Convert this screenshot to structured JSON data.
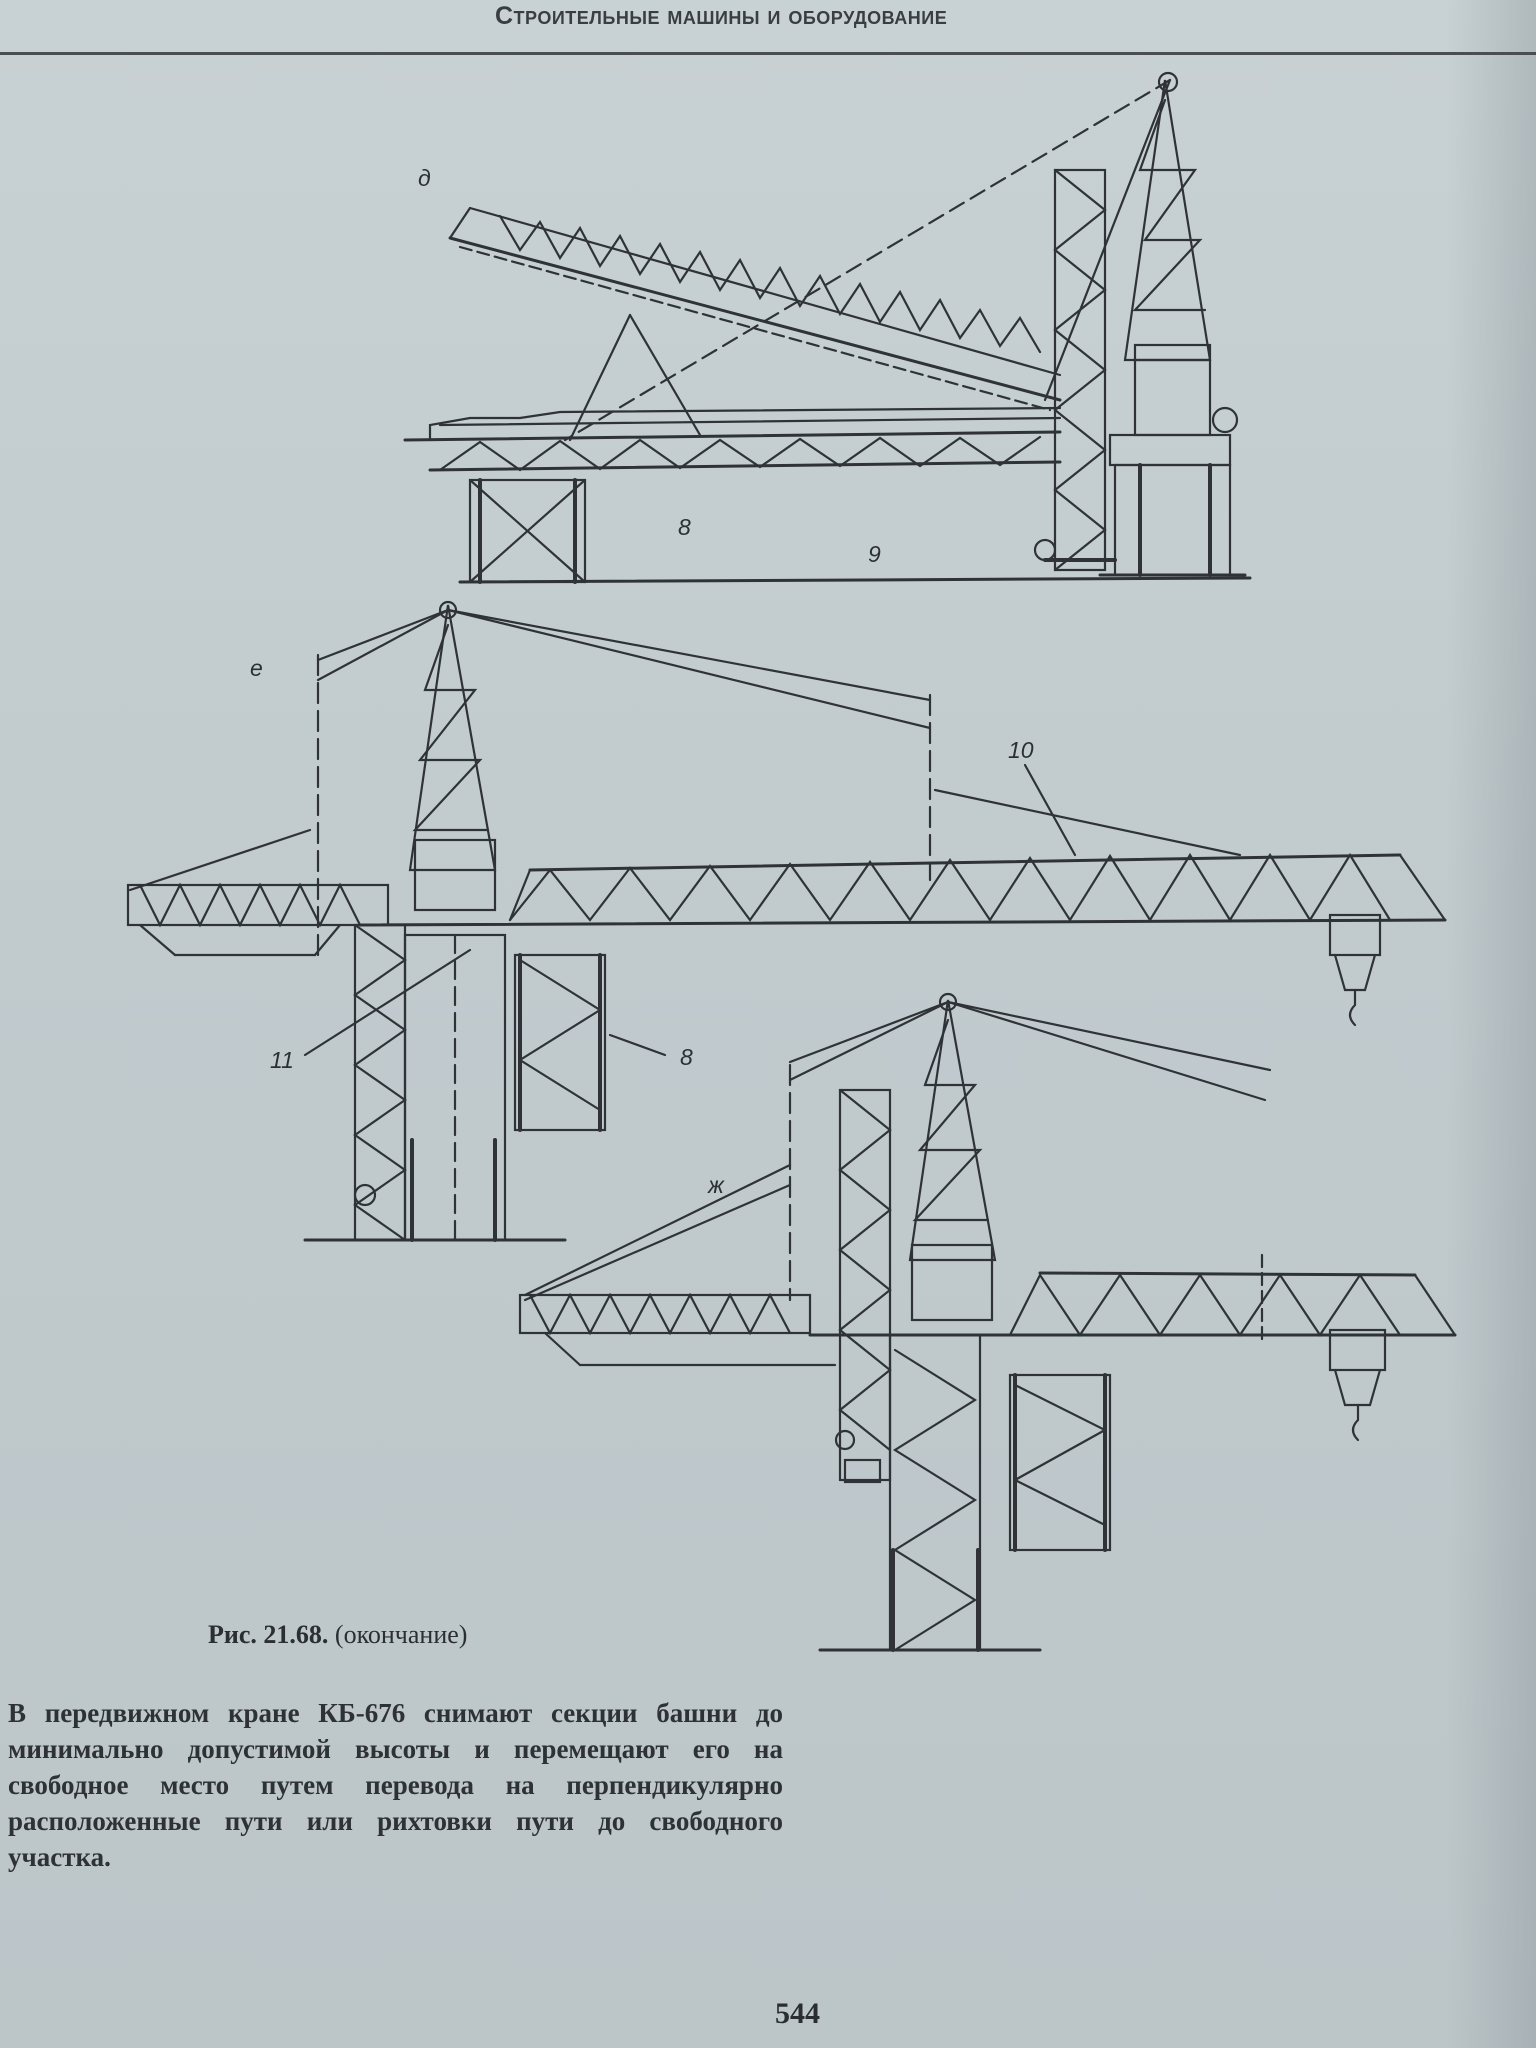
{
  "header": {
    "title": "Строительные машины и оборудование"
  },
  "figure": {
    "panel_labels": [
      "д",
      "е",
      "ж"
    ],
    "callouts": {
      "d_8": "8",
      "d_9": "9",
      "e_10": "10",
      "e_11": "11",
      "e_8": "8"
    },
    "caption_number": "Рис. 21.68.",
    "caption_suffix": "(окончание)"
  },
  "body": {
    "paragraph": "В передвижном кране КБ-676 снимают секции башни до минимально допустимой высоты и перемещают его на свободное место путем перевода на перпендикулярно расположенные пути или рихтовки пути до свободного участка."
  },
  "page_number": "544"
}
